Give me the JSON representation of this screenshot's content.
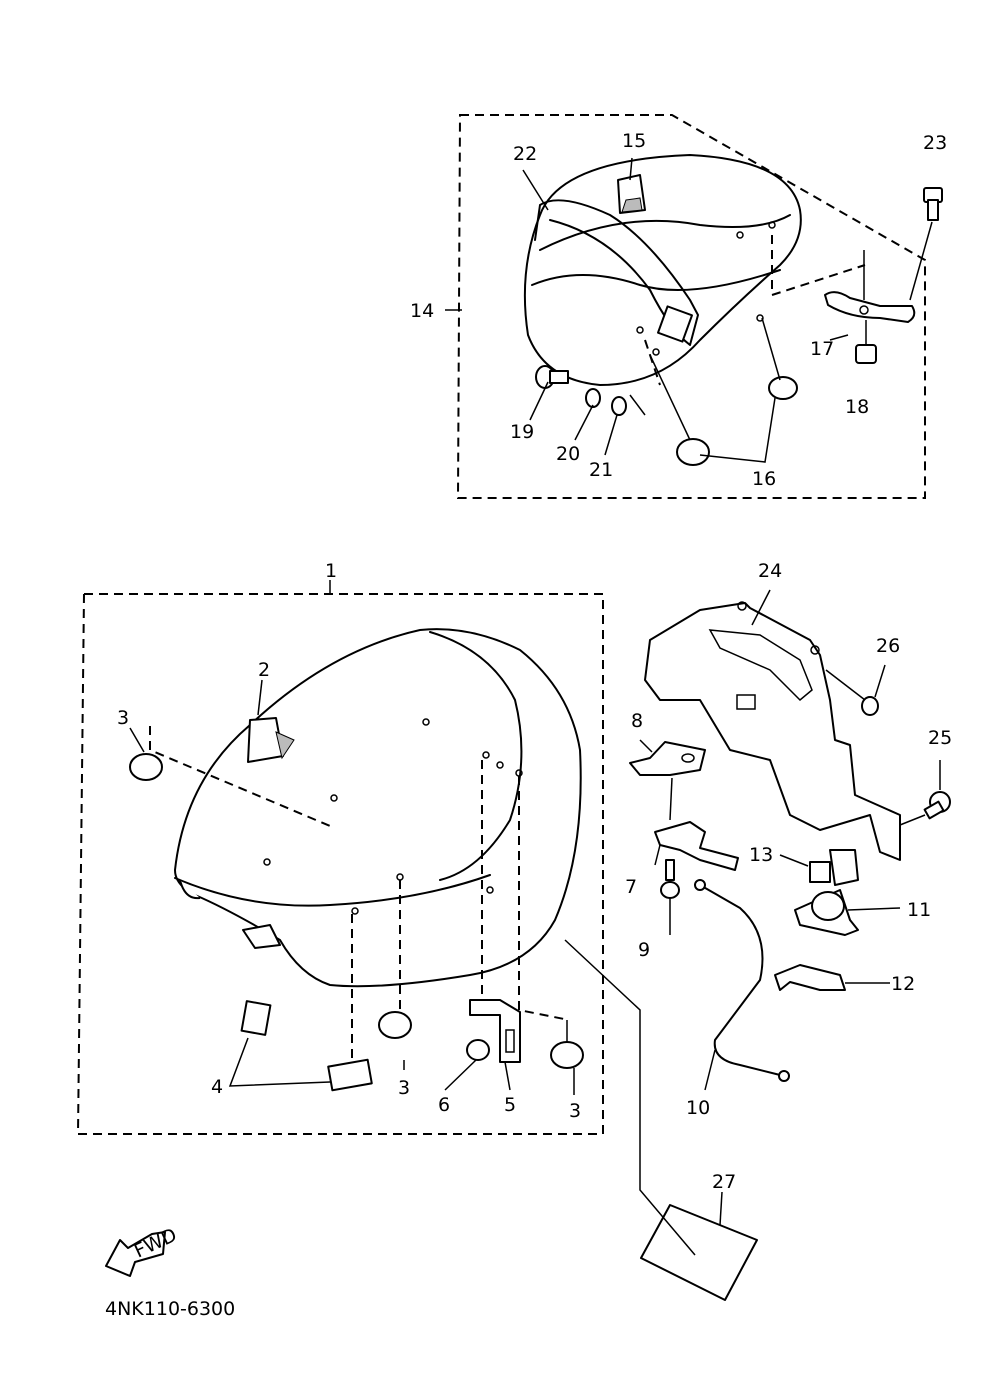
{
  "diagram": {
    "part_code": "4NK110-6300",
    "fwd_label": "FWD",
    "callouts": {
      "c1": "1",
      "c2": "2",
      "c3a": "3",
      "c3b": "3",
      "c3c": "3",
      "c4": "4",
      "c5": "5",
      "c6": "6",
      "c7": "7",
      "c8": "8",
      "c9": "9",
      "c10": "10",
      "c11": "11",
      "c12": "12",
      "c13": "13",
      "c14": "14",
      "c15": "15",
      "c16": "16",
      "c17": "17",
      "c18": "18",
      "c19": "19",
      "c20": "20",
      "c21": "21",
      "c22": "22",
      "c23": "23",
      "c24": "24",
      "c25": "25",
      "c26": "26",
      "c27": "27"
    }
  }
}
